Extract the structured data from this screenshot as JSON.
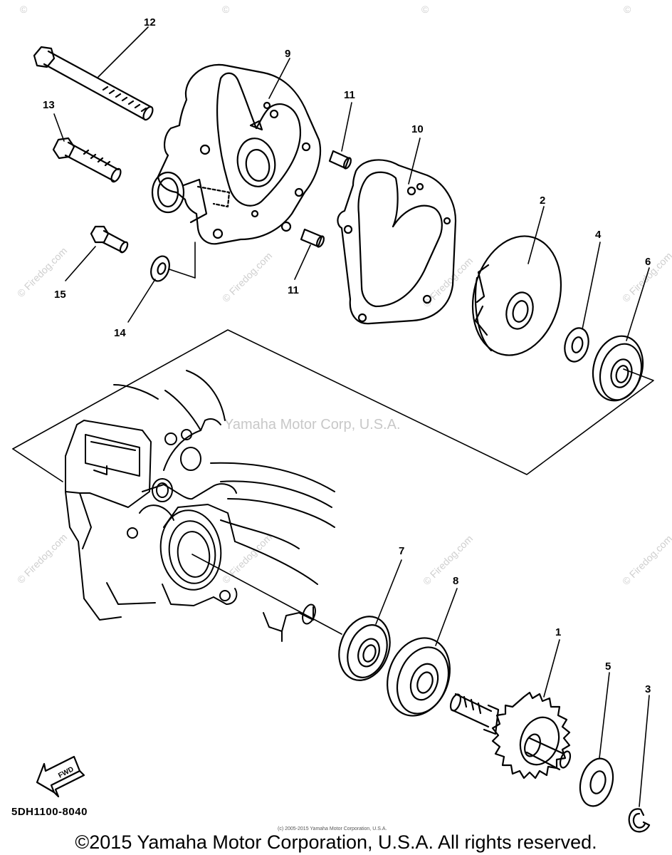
{
  "diagram": {
    "callouts": [
      {
        "id": "1",
        "label": "1"
      },
      {
        "id": "2",
        "label": "2"
      },
      {
        "id": "3",
        "label": "3"
      },
      {
        "id": "4",
        "label": "4"
      },
      {
        "id": "5",
        "label": "5"
      },
      {
        "id": "6",
        "label": "6"
      },
      {
        "id": "7",
        "label": "7"
      },
      {
        "id": "8",
        "label": "8"
      },
      {
        "id": "9",
        "label": "9"
      },
      {
        "id": "10",
        "label": "10"
      },
      {
        "id": "11a",
        "label": "11"
      },
      {
        "id": "11b",
        "label": "11"
      },
      {
        "id": "12",
        "label": "12"
      },
      {
        "id": "13",
        "label": "13"
      },
      {
        "id": "14",
        "label": "14"
      },
      {
        "id": "15",
        "label": "15"
      }
    ],
    "fwd_label": "FWD",
    "doc_code": "5DH1100-8040",
    "watermark_main": "Yamaha Motor Corp, U.S.A.",
    "watermark_site": "© Firedog.com",
    "watermark_corner": "©"
  },
  "footer": {
    "fine_print": "(c) 2005-2015 Yamaha Motor Corporation, U.S.A.",
    "copyright": "©2015 Yamaha Motor Corporation, U.S.A. All rights reserved."
  }
}
